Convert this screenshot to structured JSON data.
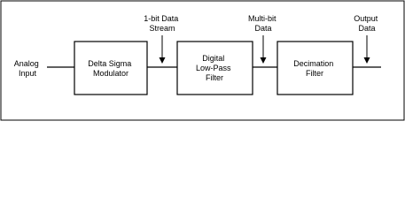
{
  "diagram": {
    "input_label": [
      "Analog",
      "Input"
    ],
    "blocks": [
      {
        "label": [
          "Delta Sigma",
          "Modulator"
        ]
      },
      {
        "label": [
          "Digital",
          "Low-Pass",
          "Filter"
        ]
      },
      {
        "label": [
          "Decimation",
          "Filter"
        ]
      }
    ],
    "signals": [
      {
        "label": [
          "1-bit Data",
          "Stream"
        ]
      },
      {
        "label": [
          "Multi-bit",
          "Data"
        ]
      },
      {
        "label": [
          "Output",
          "Data"
        ]
      }
    ]
  }
}
